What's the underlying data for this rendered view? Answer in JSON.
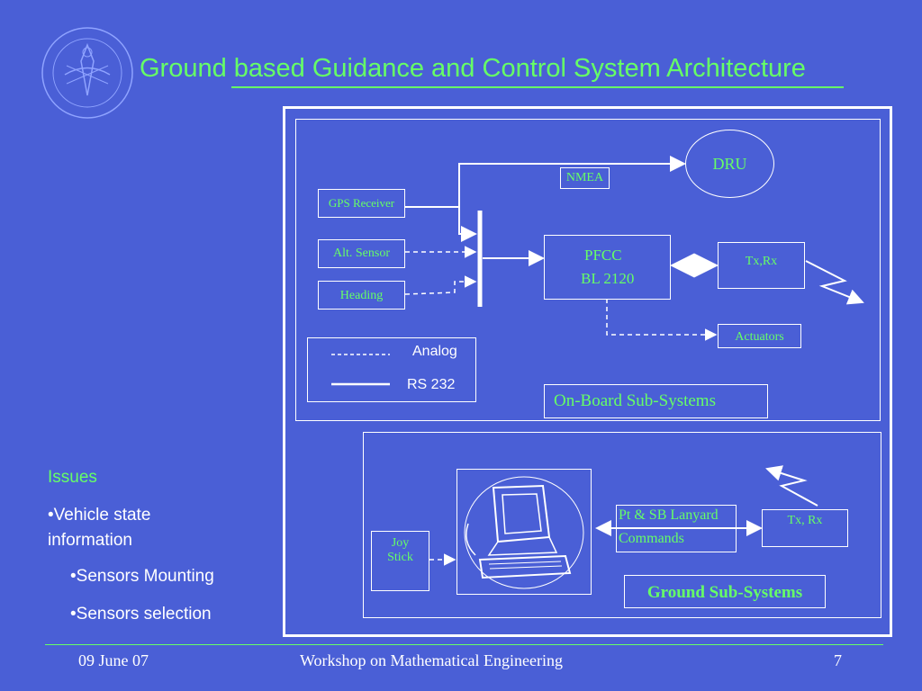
{
  "slide": {
    "title": "Ground based Guidance and Control System Architecture",
    "page_number": "7"
  },
  "diagram": {
    "onboard": {
      "gps_receiver": "GPS Receiver",
      "alt_sensor": "Alt. Sensor",
      "heading": "Heading",
      "nmea": "NMEA",
      "dru": "DRU",
      "pfcc_line1": "PFCC",
      "pfcc_line2": "BL 2120",
      "txrx": "Tx,Rx",
      "actuators": "Actuators",
      "label": "On-Board Sub-Systems"
    },
    "legend": {
      "analog": "Analog",
      "rs232": "RS 232"
    },
    "ground": {
      "joy_stick_line1": "Joy",
      "joy_stick_line2": "Stick",
      "lanyard_line1": "Pt & SB Lanyard",
      "lanyard_line2": "Commands",
      "txrx": "Tx, Rx",
      "label": "Ground Sub-Systems"
    }
  },
  "issues": {
    "heading": "Issues",
    "item1_line1": "•Vehicle state",
    "item1_line2": "information",
    "sub1": "•Sensors Mounting",
    "sub2": "•Sensors selection"
  },
  "footer": {
    "date": "09 June 07",
    "workshop": "Workshop on Mathematical Engineering"
  },
  "colors": {
    "background": "#4a5fd6",
    "accent_green": "#66ff66",
    "line_white": "#ffffff"
  }
}
